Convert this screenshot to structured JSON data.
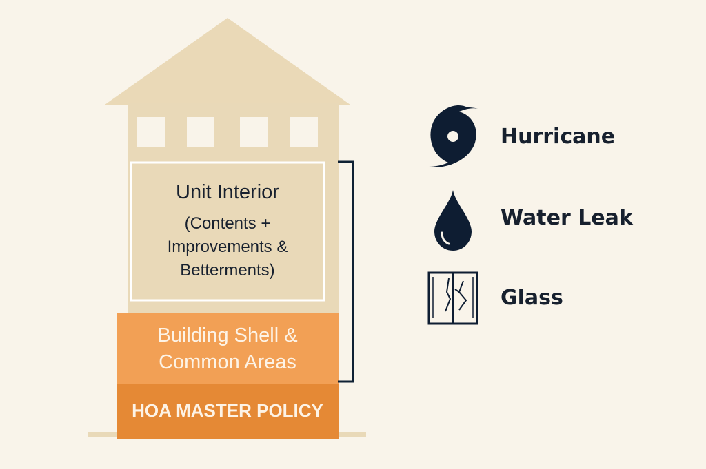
{
  "colors": {
    "background": "#f9f4ea",
    "house": "#e9d9b8",
    "roof": "#ead9b7",
    "window": "#f9f4ea",
    "interior_border": "#ffffff",
    "shell": "#f2a055",
    "master_policy": "#e58935",
    "ink": "#0e1d32",
    "bracket": "#0f2134"
  },
  "diagram": {
    "unit_interior": {
      "title": "Unit Interior",
      "line1": "(Contents +",
      "line2": "Improvements &",
      "line3": "Betterments)"
    },
    "building_shell": {
      "line1": "Building Shell &",
      "line2": "Common Areas"
    },
    "master_policy": {
      "label": "HOA MASTER POLICY"
    }
  },
  "legend": [
    {
      "icon": "hurricane-icon",
      "label": "Hurricane"
    },
    {
      "icon": "water-drop-icon",
      "label": "Water Leak"
    },
    {
      "icon": "broken-glass-icon",
      "label": "Glass"
    }
  ]
}
